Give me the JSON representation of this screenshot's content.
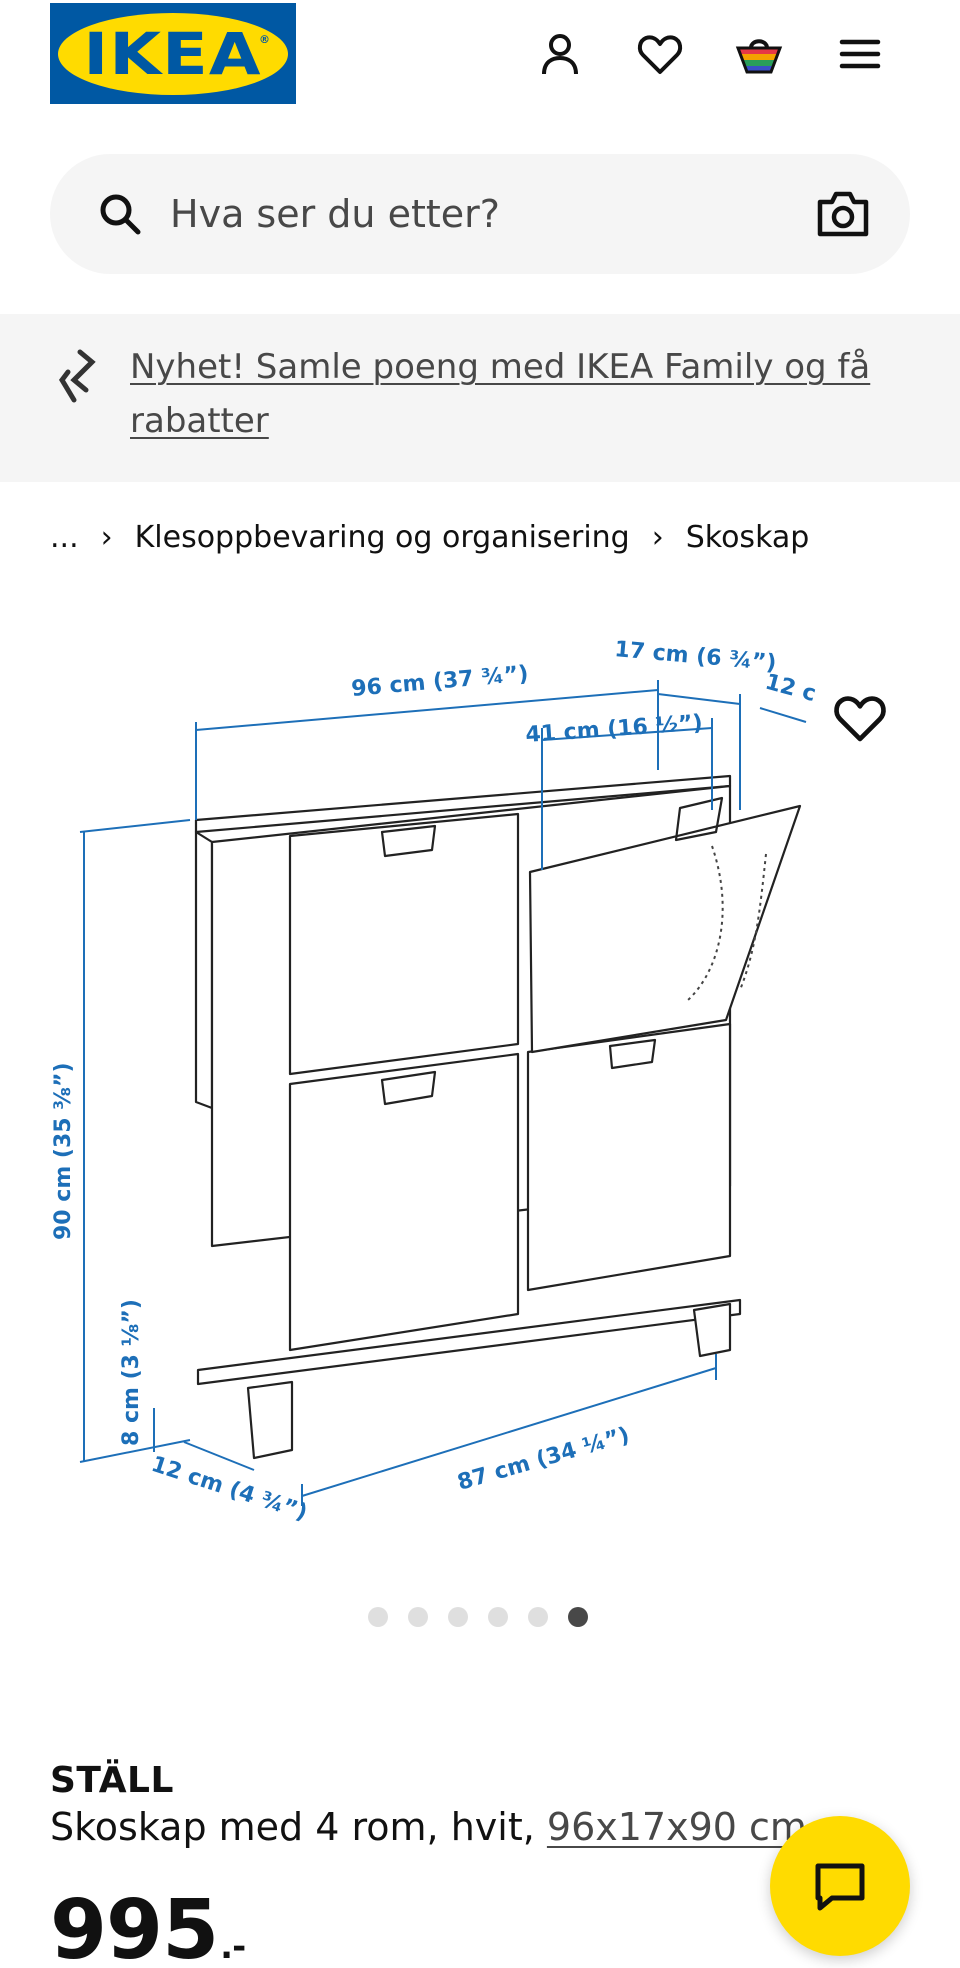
{
  "header": {
    "logo_text": "IKEA",
    "icons": [
      "user-icon",
      "heart-icon",
      "basket-icon",
      "menu-icon"
    ]
  },
  "search": {
    "placeholder": "Hva ser du etter?",
    "value": ""
  },
  "banner": {
    "text": "Nyhet! Samle poeng med IKEA Family og få rabatter"
  },
  "breadcrumb": {
    "ellipsis": "...",
    "items": [
      "Klesoppbevaring og organisering",
      "Skoskap"
    ]
  },
  "image": {
    "dimensions": {
      "width": "96 cm (37 ¾”)",
      "depth": "17 cm (6 ¾”)",
      "depth_small": "12 c",
      "inner_width": "41 cm (16 ½”)",
      "height": "90 cm (35 ⅜”)",
      "leg_height": "8 cm (3 ⅛”)",
      "base_depth": "12 cm (4 ¾”)",
      "base_width": "87 cm (34 ¼”)"
    },
    "dots_total": 6,
    "dots_active": 6
  },
  "product": {
    "name": "STÄLL",
    "desc_prefix": "Skoskap med 4 rom, hvit, ",
    "dimensions_link": "96x17x90 cm",
    "price": "995",
    "price_suffix": ".-"
  },
  "colors": {
    "ikea_blue": "#0058a3",
    "ikea_yellow": "#ffdb00",
    "dimension_blue": "#1d6fb8"
  }
}
